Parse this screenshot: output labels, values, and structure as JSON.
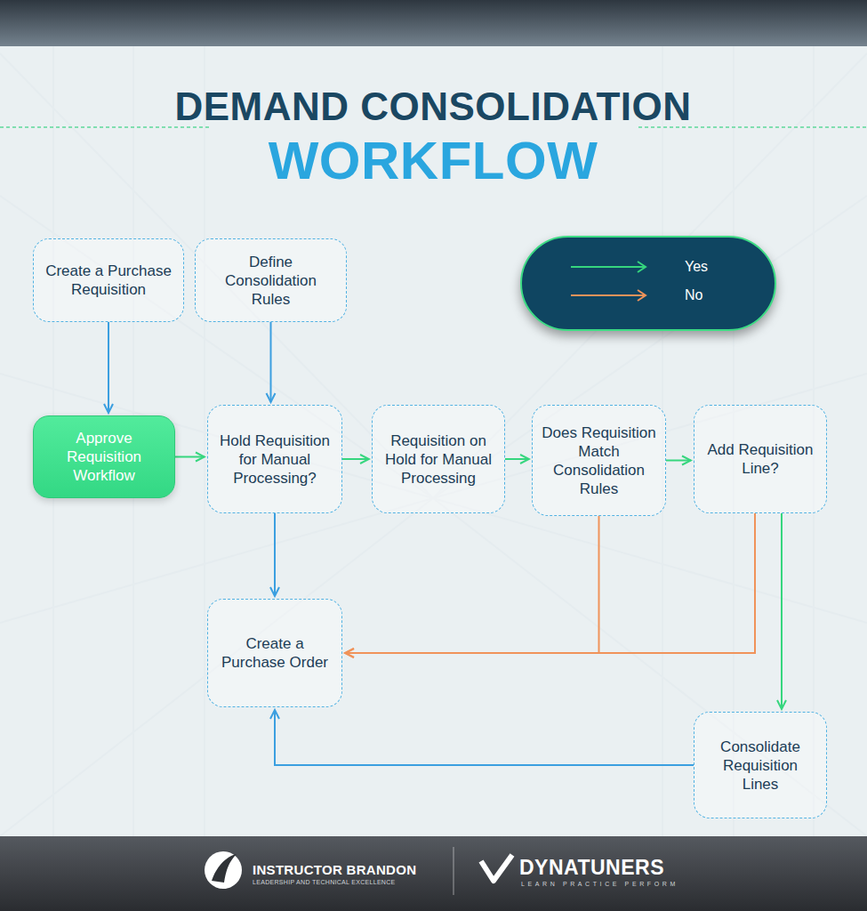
{
  "diagram": {
    "title": "DEMAND CONSOLIDATION WORKFLOW",
    "nodes": [
      {
        "text": [
          "Create a Purchase Requisition"
        ]
      },
      {
        "text": [
          "Define Consolidation Rules"
        ]
      },
      {
        "text": [
          "Approve Requisition Workflow"
        ]
      },
      {
        "text": [
          "Hold Requisition for Manual Processing?"
        ]
      },
      {
        "text": [
          "Requisition on Hold for Manual Processing"
        ]
      },
      {
        "text": [
          "Does Requisition Match Consolidation Rules"
        ]
      },
      {
        "text": [
          "Add Requisition Line?"
        ]
      },
      {
        "text": [
          "Create a Purchase Order"
        ]
      },
      {
        "text": [
          "Consolidate Requisition Lines"
        ]
      }
    ],
    "edges": [
      {
        "from": 0,
        "to": 2,
        "arrow": "to"
      },
      {
        "from": 1,
        "to": 3,
        "arrow": "to"
      },
      {
        "from": 2,
        "to": 3,
        "arrow": "to"
      },
      {
        "from": 3,
        "to": 4,
        "arrow": "to"
      },
      {
        "from": 4,
        "to": 5,
        "arrow": "to"
      },
      {
        "from": 5,
        "to": 6,
        "arrow": "to"
      },
      {
        "from": 3,
        "to": 7,
        "arrow": "to"
      },
      {
        "from": 5,
        "to": 7,
        "arrow": "to"
      },
      {
        "from": 6,
        "to": 7,
        "arrow": "to"
      },
      {
        "from": 6,
        "to": 8,
        "arrow": "to"
      },
      {
        "from": 8,
        "to": 7,
        "arrow": "to"
      }
    ],
    "labels": [
      "INSTRUCTOR BRANDON",
      "LEADERSHIP AND TECHNICAL EXCELLENCE",
      "DYNATUNERS",
      "LEARN PRACTICE PERFORM"
    ],
    "legend": [
      {
        "text": "Yes"
      },
      {
        "text": "No"
      }
    ]
  }
}
